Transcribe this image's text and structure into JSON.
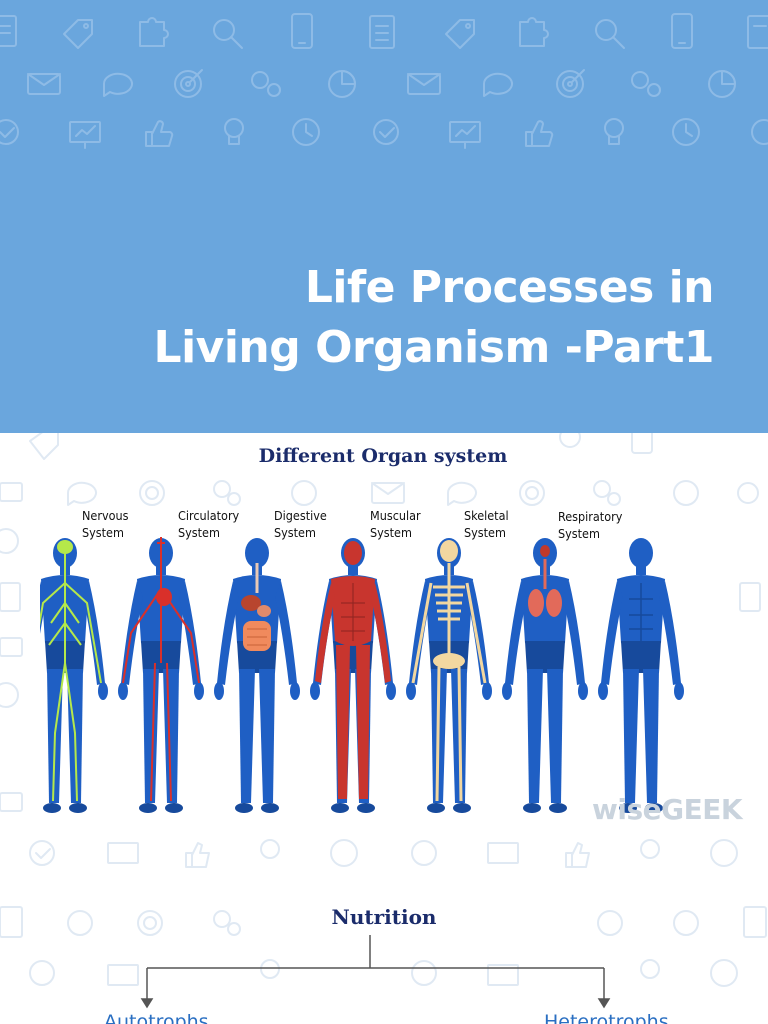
{
  "banner": {
    "background": "#6aa6dd",
    "title_line1": "Life Processes in",
    "title_line2": "Living Organism -Part1"
  },
  "organ_section": {
    "heading": "Different Organ system",
    "systems": [
      {
        "label": "Nervous\nSystem",
        "accent": "#b5e84a"
      },
      {
        "label": "Circulatory\nSystem",
        "accent": "#d9302a"
      },
      {
        "label": "Digestive\nSystem",
        "accent": "#f08a5d"
      },
      {
        "label": "Muscular\nSystem",
        "accent": "#c8352e"
      },
      {
        "label": "Skeletal\nSystem",
        "accent": "#f2d7a0"
      },
      {
        "label": "Respiratory\nSystem",
        "accent": "#e26a5a"
      },
      {
        "label": "",
        "accent": "#1f63c8"
      }
    ],
    "watermark": "wiseGEEK"
  },
  "nutrition": {
    "heading": "Nutrition",
    "branches": [
      "Autotrophs",
      "Heterotrophs"
    ]
  }
}
